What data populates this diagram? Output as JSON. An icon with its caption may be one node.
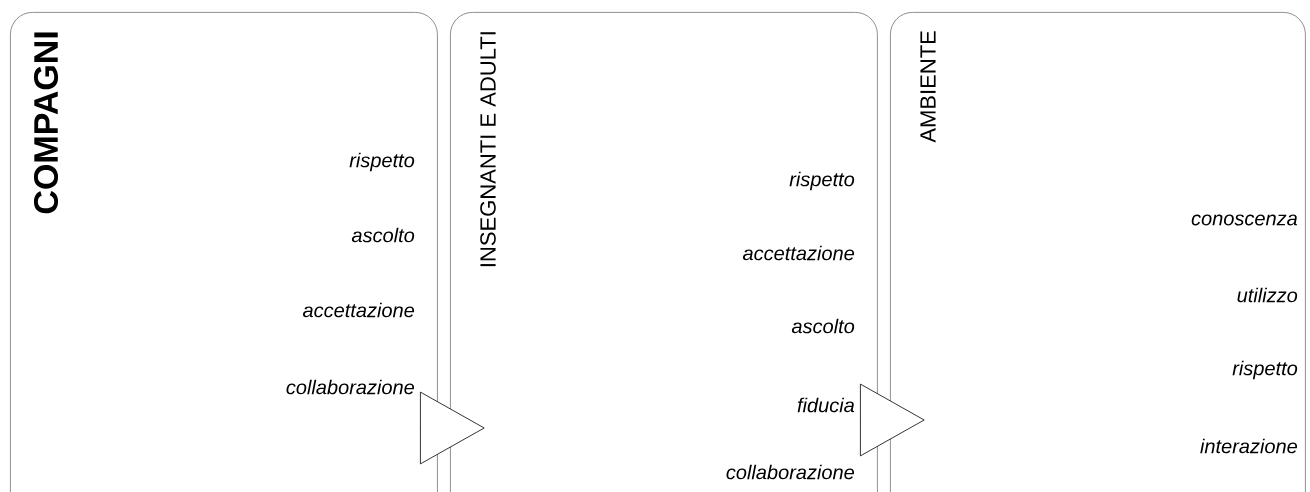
{
  "diagram": {
    "nodes": [
      {
        "text": [
          "COMPAGNI",
          "rispetto",
          "ascolto",
          "accettazione",
          "collaborazione"
        ]
      },
      {
        "text": [
          "INSEGNANTI E ADULTI",
          "rispetto",
          "accettazione",
          "ascolto",
          "fiducia",
          "collaborazione"
        ]
      },
      {
        "text": [
          "AMBIENTE",
          "conoscenza",
          "utilizzo",
          "rispetto",
          "interazione"
        ]
      }
    ],
    "edges": [
      {
        "from": 0,
        "to": 1,
        "arrow": "to"
      },
      {
        "from": 1,
        "to": 2,
        "arrow": "to"
      }
    ]
  }
}
